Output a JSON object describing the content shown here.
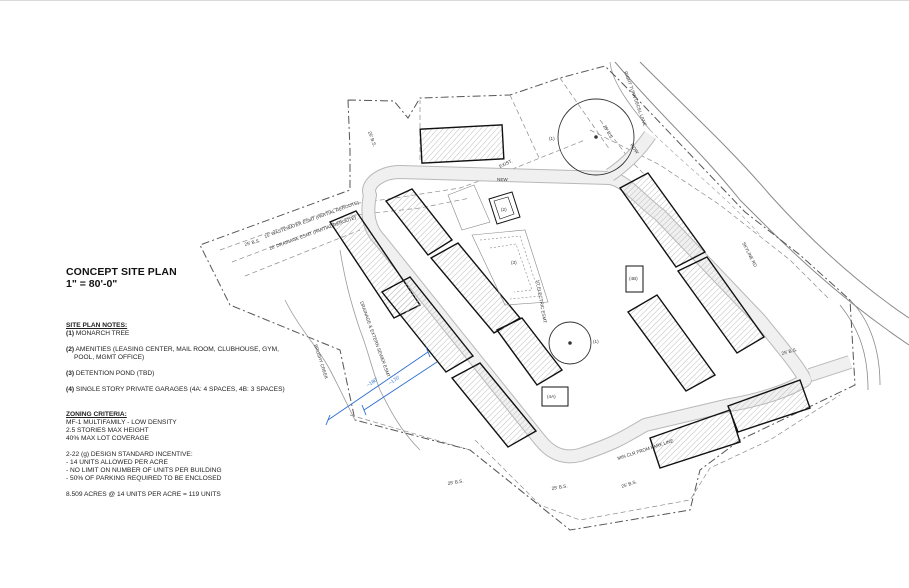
{
  "title": "CONCEPT SITE PLAN",
  "scale": "1\" = 80'-0\"",
  "notes": {
    "heading": "SITE PLAN NOTES:",
    "n1_num": "(1)",
    "n1_text": "MONARCH TREE",
    "n2_num": "(2)",
    "n2_text": "AMENITIES (LEASING CENTER, MAIL ROOM, CLUBHOUSE, GYM,",
    "n2_text2": "POOL, MGMT OFFICE)",
    "n3_num": "(3)",
    "n3_text": "DETENTION POND (TBD)",
    "n4_num": "(4)",
    "n4_text": "SINGLE STORY PRIVATE GARAGES (4A: 4 SPACES, 4B: 3 SPACES)"
  },
  "zoning": {
    "heading": "ZONING CRITERIA:",
    "line1": "MF-1 MULTIFAMILY - LOW DENSITY",
    "line2": "2.5 STORIES MAX HEIGHT",
    "line3": "40% MAX LOT COVERAGE",
    "line4": "2-22 (g) DESIGN STANDARD INCENTIVE:",
    "line5": "- 14 UNITS ALLOWED PER ACRE",
    "line6": "- NO LIMIT ON NUMBER OF UNITS PER BUILDING",
    "line7": "- 50% OF PARKING REQUIRED TO BE ENCLOSED",
    "line8": "8.509 ACRES @ 14 UNITS PER ACRE = 119 UNITS"
  },
  "labels": {
    "tree_a": "(1)",
    "tree_b": "(1)",
    "amenity": "(2)",
    "pond": "(3)",
    "garage_4a": "(4A)",
    "garage_4b": "(4B)",
    "street": "SKYLINE RD",
    "turn_lane": "RIGHT TURN DECEL LANE",
    "ww_esmt": "15' WASTEWATER ESMT (PARTIAL REROUTE)",
    "dr_esmt": "20' DRAINAGE ESMT (PARTIAL REROUTE)",
    "elec_esmt": "10' ELECTRIC ESMT",
    "creek": "BRUSHY CREEK",
    "drainage_swale": "DRAINAGE & EXTERN SEWER ESMT",
    "min_clr": "MIN CLR FROM PARK LINE",
    "dim1": "~180'",
    "dim2": "~170'",
    "bs1": "25' B.S.",
    "bs2": "25' B.S.",
    "bs3": "25' B.S.",
    "bs4": "25' B.S.",
    "bs5": "25' B.S.",
    "bs6": "25' B.S.",
    "bs7": "25' B.S.",
    "new": "NEW",
    "exist": "EXIST.",
    "row": "ROW"
  }
}
